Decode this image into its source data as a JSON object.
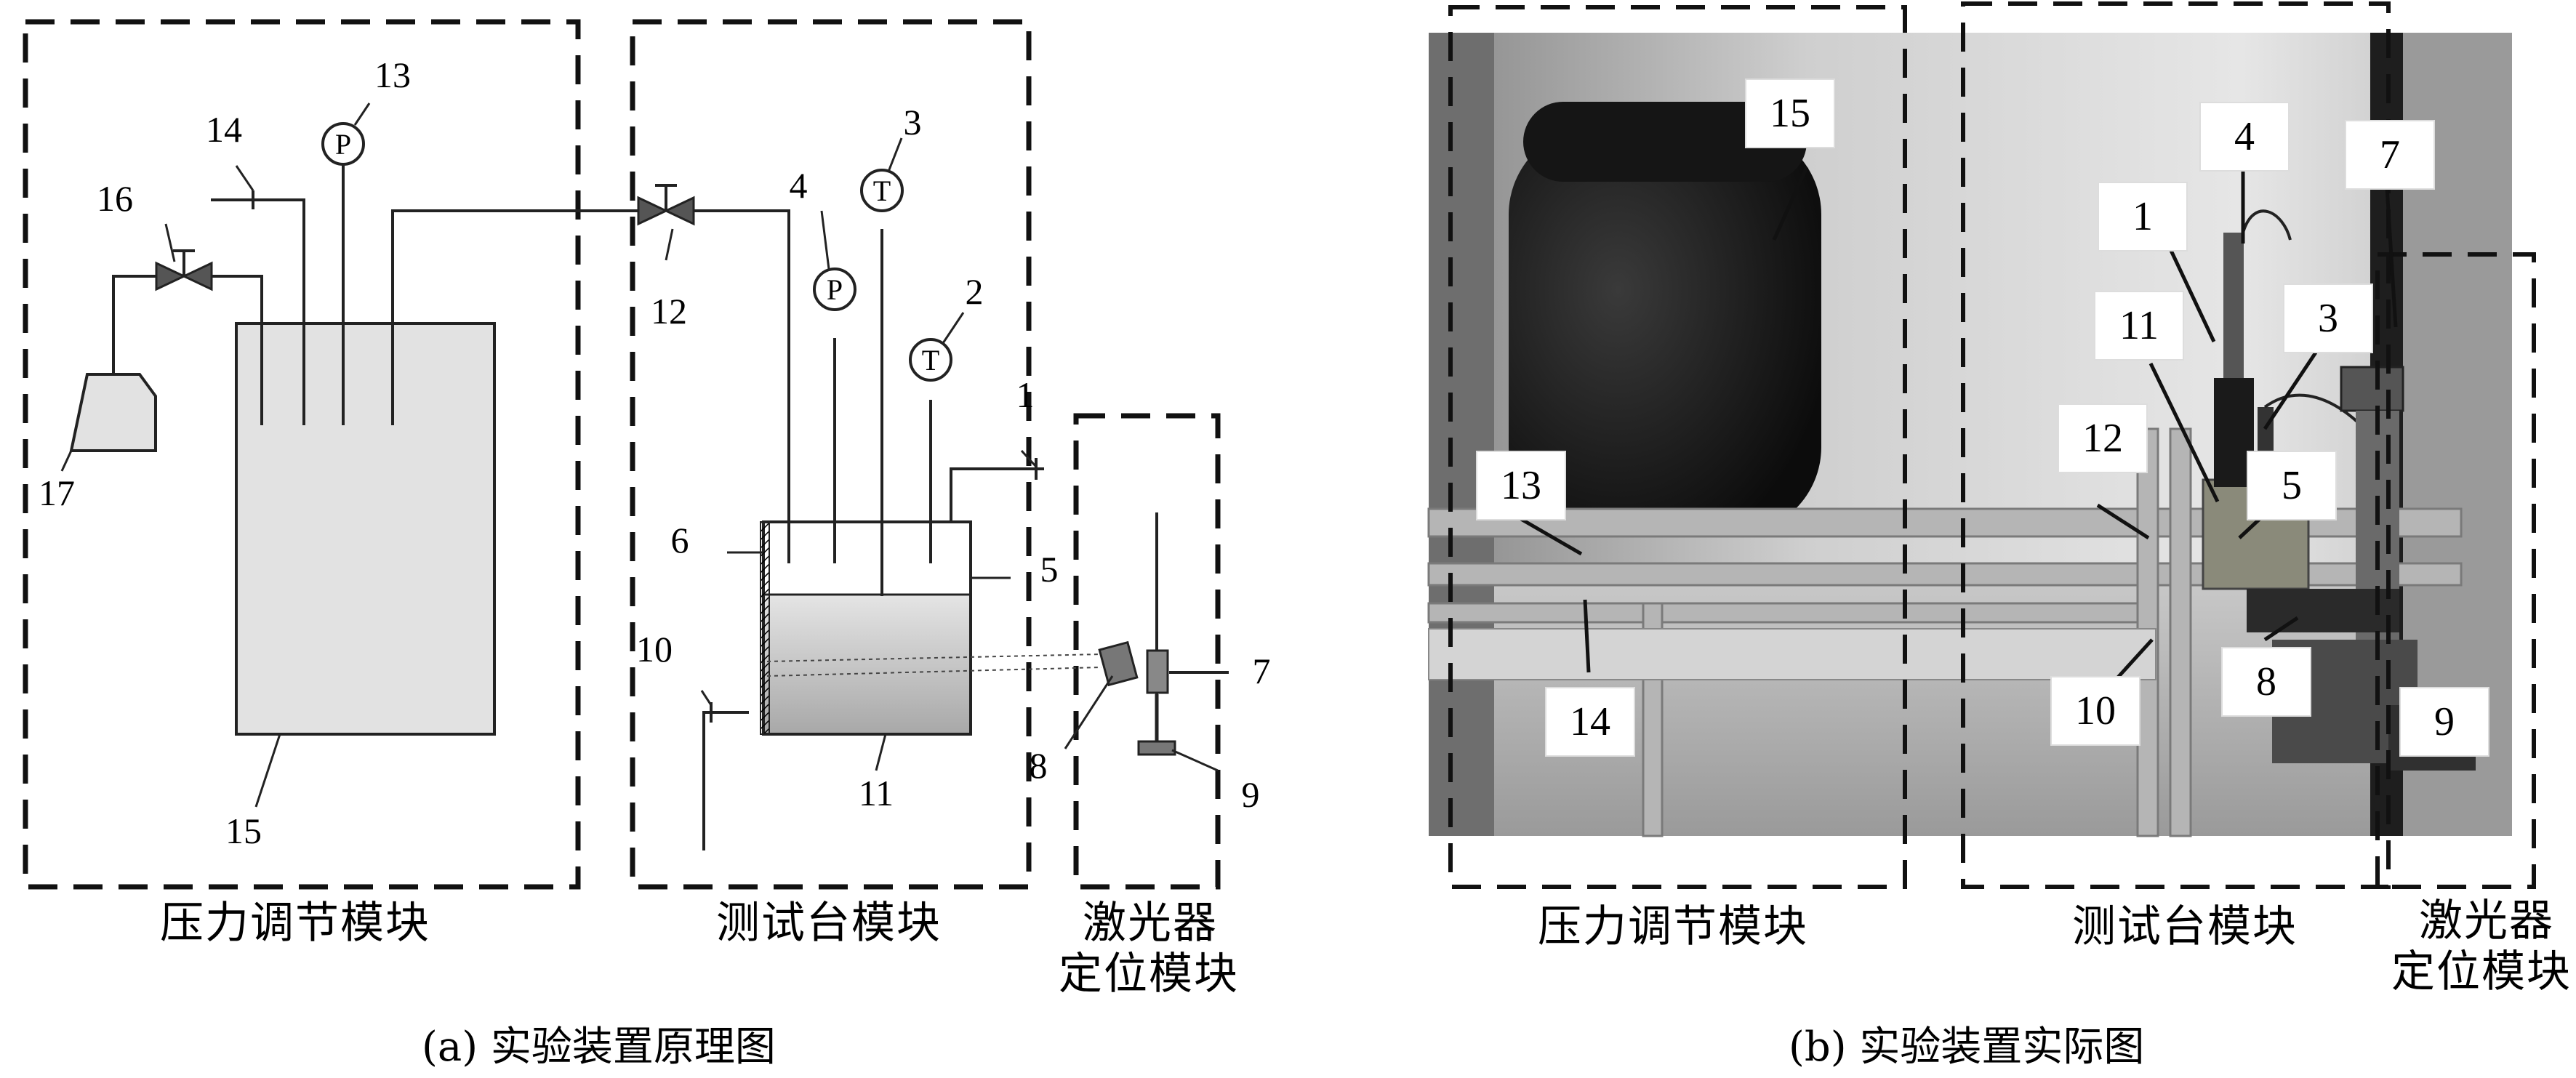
{
  "figure": {
    "panel_a": {
      "caption": "(a) 实验装置原理图",
      "modules": {
        "pressure": "压力调节模块",
        "test_bench": "测试台模块",
        "laser_line1": "激光器",
        "laser_line2": "定位模块"
      },
      "labels": {
        "n1": "1",
        "n2": "2",
        "n3": "3",
        "n4": "4",
        "n5": "5",
        "n6": "6",
        "n7": "7",
        "n8": "8",
        "n9": "9",
        "n10": "10",
        "n11": "11",
        "n12": "12",
        "n13": "13",
        "n14": "14",
        "n15": "15",
        "n16": "16",
        "n17": "17"
      },
      "gauge_symbols": {
        "pressure": "P",
        "temperature": "T"
      }
    },
    "panel_b": {
      "caption": "(b) 实验装置实际图",
      "modules": {
        "pressure": "压力调节模块",
        "test_bench": "测试台模块",
        "laser_line1": "激光器",
        "laser_line2": "定位模块"
      },
      "labels": {
        "n15": "15",
        "n4": "4",
        "n7": "7",
        "n1": "1",
        "n3": "3",
        "n11": "11",
        "n13": "13",
        "n12": "12",
        "n5": "5",
        "n14": "14",
        "n10": "10",
        "n8": "8",
        "n9": "9"
      }
    }
  }
}
